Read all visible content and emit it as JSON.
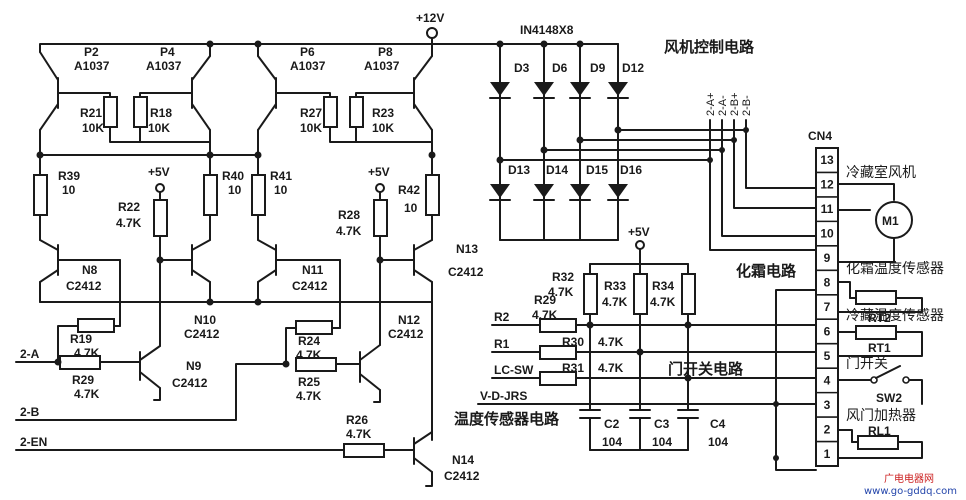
{
  "supply": {
    "v12": "+12V",
    "v5": "+5V"
  },
  "titles": {
    "fan": "风机控制电路",
    "defrost": "化霜电路",
    "temp_sensor": "温度传感器电路",
    "door_switch": "门开关电路"
  },
  "connector": {
    "name": "CN4",
    "pins": [
      "13",
      "12",
      "11",
      "10",
      "9",
      "8",
      "7",
      "6",
      "5",
      "4",
      "3",
      "2",
      "1"
    ]
  },
  "loads": {
    "fan_label": "冷藏室风机",
    "motor": "M1",
    "defrost_sensor": "化霜温度传感器",
    "rt2": "RT2",
    "fridge_sensor": "冷藏温度传感器",
    "rt1": "RT1",
    "door_switch": "门开关",
    "sw2": "SW2",
    "damper_heater": "风门加热器",
    "rl1": "RL1"
  },
  "diode_array": {
    "part": "IN4148X8",
    "top": [
      "D3",
      "D6",
      "D9",
      "D12"
    ],
    "bottom": [
      "D13",
      "D14",
      "D15",
      "D16"
    ],
    "lines": [
      "2-A+",
      "2-A-",
      "2-B+",
      "2-B-"
    ]
  },
  "transistors": [
    {
      "ref": "P2",
      "part": "A1037"
    },
    {
      "ref": "P4",
      "part": "A1037"
    },
    {
      "ref": "P6",
      "part": "A1037"
    },
    {
      "ref": "P8",
      "part": "A1037"
    },
    {
      "ref": "N8",
      "part": "C2412"
    },
    {
      "ref": "N10",
      "part": "C2412"
    },
    {
      "ref": "N11",
      "part": "C2412"
    },
    {
      "ref": "N12",
      "part": "C2412"
    },
    {
      "ref": "N13",
      "part": "C2412"
    },
    {
      "ref": "N9",
      "part": "C2412"
    },
    {
      "ref": "N14",
      "part": "C2412"
    }
  ],
  "resistors": [
    {
      "ref": "R21",
      "value": "10K"
    },
    {
      "ref": "R18",
      "value": "10K"
    },
    {
      "ref": "R27",
      "value": "10K"
    },
    {
      "ref": "R23",
      "value": "10K"
    },
    {
      "ref": "R39",
      "value": "10"
    },
    {
      "ref": "R40",
      "value": "10"
    },
    {
      "ref": "R41",
      "value": "10"
    },
    {
      "ref": "R42",
      "value": "10"
    },
    {
      "ref": "R22",
      "value": "4.7K"
    },
    {
      "ref": "R28",
      "value": "4.7K"
    },
    {
      "ref": "R19",
      "value": "4.7K"
    },
    {
      "ref": "R29",
      "value": "4.7K"
    },
    {
      "ref": "R24",
      "value": "4.7K"
    },
    {
      "ref": "R25",
      "value": "4.7K"
    },
    {
      "ref": "R26",
      "value": "4.7K"
    },
    {
      "ref": "R32",
      "value": "4.7K"
    },
    {
      "ref": "R33",
      "value": "4.7K"
    },
    {
      "ref": "R34",
      "value": "4.7K"
    },
    {
      "ref": "R29b",
      "label": "R29",
      "value": "4.7K"
    },
    {
      "ref": "R30",
      "value": "4.7K"
    },
    {
      "ref": "R31",
      "value": "4.7K"
    }
  ],
  "capacitors": [
    {
      "ref": "C2",
      "value": "104"
    },
    {
      "ref": "C3",
      "value": "104"
    },
    {
      "ref": "C4",
      "value": "104"
    }
  ],
  "inputs": {
    "a2": "2-A",
    "b2": "2-B",
    "en2": "2-EN",
    "r2": "R2",
    "r1": "R1",
    "lcsw": "LC-SW",
    "vdjrs": "V-D-JRS"
  },
  "watermark": {
    "line1": "广电电器网",
    "line2": "www.go-gddq.com"
  }
}
